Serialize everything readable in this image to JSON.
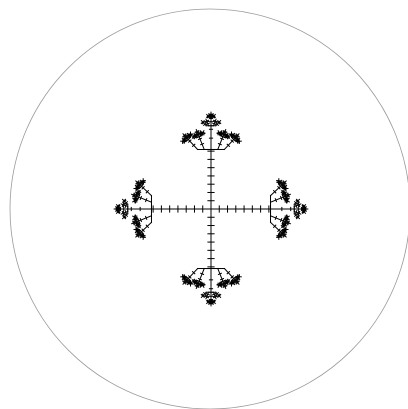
{
  "colors": {
    "background": "#ffffff",
    "circle": "#9a9a9a",
    "fractal": "#000000"
  },
  "fractal": {
    "kind": "crosses-fractal",
    "arms": 4,
    "depth": 4
  }
}
